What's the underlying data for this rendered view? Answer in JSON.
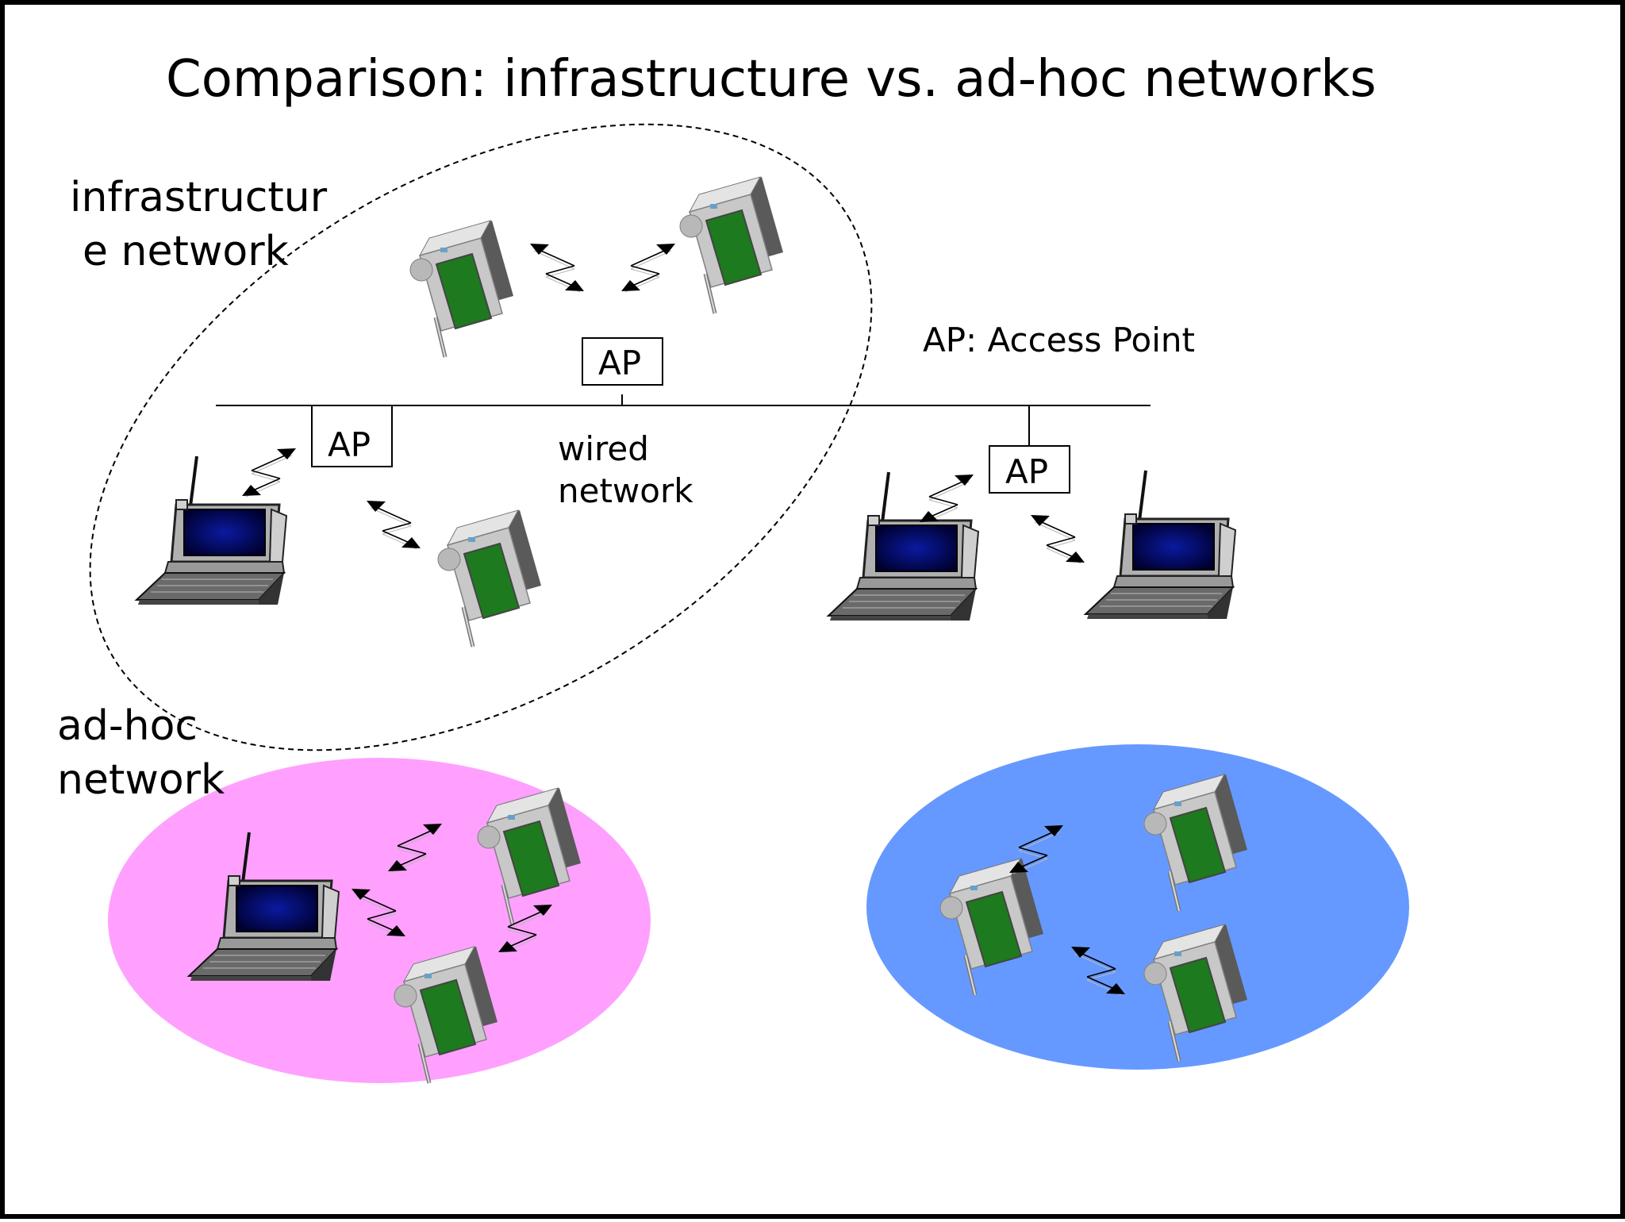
{
  "slide": {
    "title": "Comparison: infrastructure vs. ad-hoc networks",
    "infrastructure_label_line1": "infrastructur",
    "infrastructure_label_line2": "e network",
    "adhoc_label_line1": "ad-hoc",
    "adhoc_label_line2": "network",
    "legend_text": "AP: Access Point",
    "wired_label_line1": "wired",
    "wired_label_line2": "network",
    "ap_center": "AP",
    "ap_left": "AP",
    "ap_right": "AP"
  },
  "colors": {
    "adhoc_pink": "#ffa0ff",
    "adhoc_blue": "#6699ff",
    "pda_screen": "#1e7a1e",
    "laptop_screen": "#0a1a80",
    "border": "#000000"
  },
  "icons": [
    "pda-icon",
    "laptop-icon",
    "wireless-link-icon"
  ]
}
